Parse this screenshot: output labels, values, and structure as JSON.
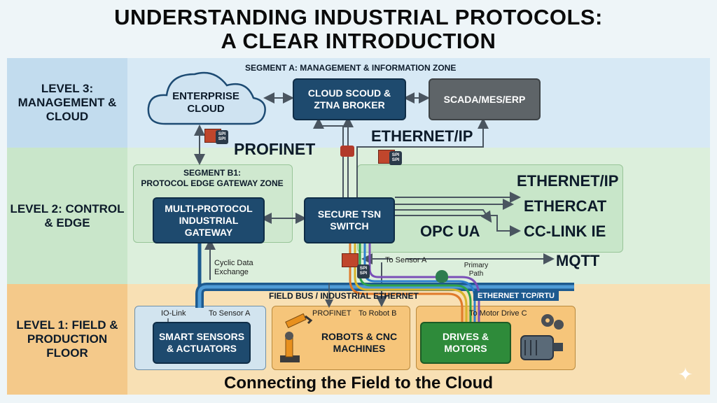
{
  "title": {
    "line1": "UNDERSTANDING INDUSTRIAL PROTOCOLS:",
    "line2": "A CLEAR INTRODUCTION"
  },
  "levels": [
    {
      "label": "LEVEL 3: MANAGEMENT & CLOUD"
    },
    {
      "label": "LEVEL 2: CONTROL & EDGE"
    },
    {
      "label": "LEVEL 1: FIELD & PRODUCTION FLOOR"
    }
  ],
  "segment_a": "SEGMENT A: MANAGEMENT & INFORMATION ZONE",
  "segment_b1": {
    "line1": "SEGMENT B1:",
    "line2": "PROTOCOL EDGE GATEWAY ZONE"
  },
  "nodes": {
    "enterprise_cloud": "ENTERPRISE CLOUD",
    "cloud_broker": "CLOUD SCOUD & ZTNA BROKER",
    "scada": "SCADA/MES/ERP",
    "gateway": "MULTI-PROTOCOL INDUSTRIAL GATEWAY",
    "tsn_switch": "SECURE TSN SWITCH",
    "sensors": "SMART SENSORS & ACTUATORS",
    "robots": "ROBOTS & CNC MACHINES",
    "drives": "DRIVES & MOTORS"
  },
  "protocols": {
    "profinet": "PROFINET",
    "ethernet_ip_top": "ETHERNET/IP",
    "ethernet_ip": "ETHERNET/IP",
    "ethercat": "ETHERCAT",
    "opc_ua": "OPC UA",
    "cc_link": "CC-LINK IE",
    "mqtt": "MQTT"
  },
  "labels": {
    "spi": "SPI",
    "cyclic": "Cyclic Data Exchange",
    "to_sensor_a_mid": "To Sensor A",
    "primary_path": "Primary Path",
    "field_bus": "FIELD BUS / INDUSTRIAL ETHERNET",
    "ethernet_tcp": "ETHERNET TCP/RTU",
    "io_link": "IO-Link",
    "to_sensor_a": "To Sensor A",
    "profinet_small": "PROFINET",
    "to_robot_b": "To Robot B",
    "to_motor_c": "To Motor Drive C"
  },
  "footer": "Connecting the Field to the Cloud",
  "colors": {
    "level3": "#cfe4f3",
    "level2": "#d5ecd6",
    "level1": "#f6d9a8",
    "node": "#1e4a6e",
    "scada": "#5e6468",
    "drives": "#2e8b3a"
  }
}
